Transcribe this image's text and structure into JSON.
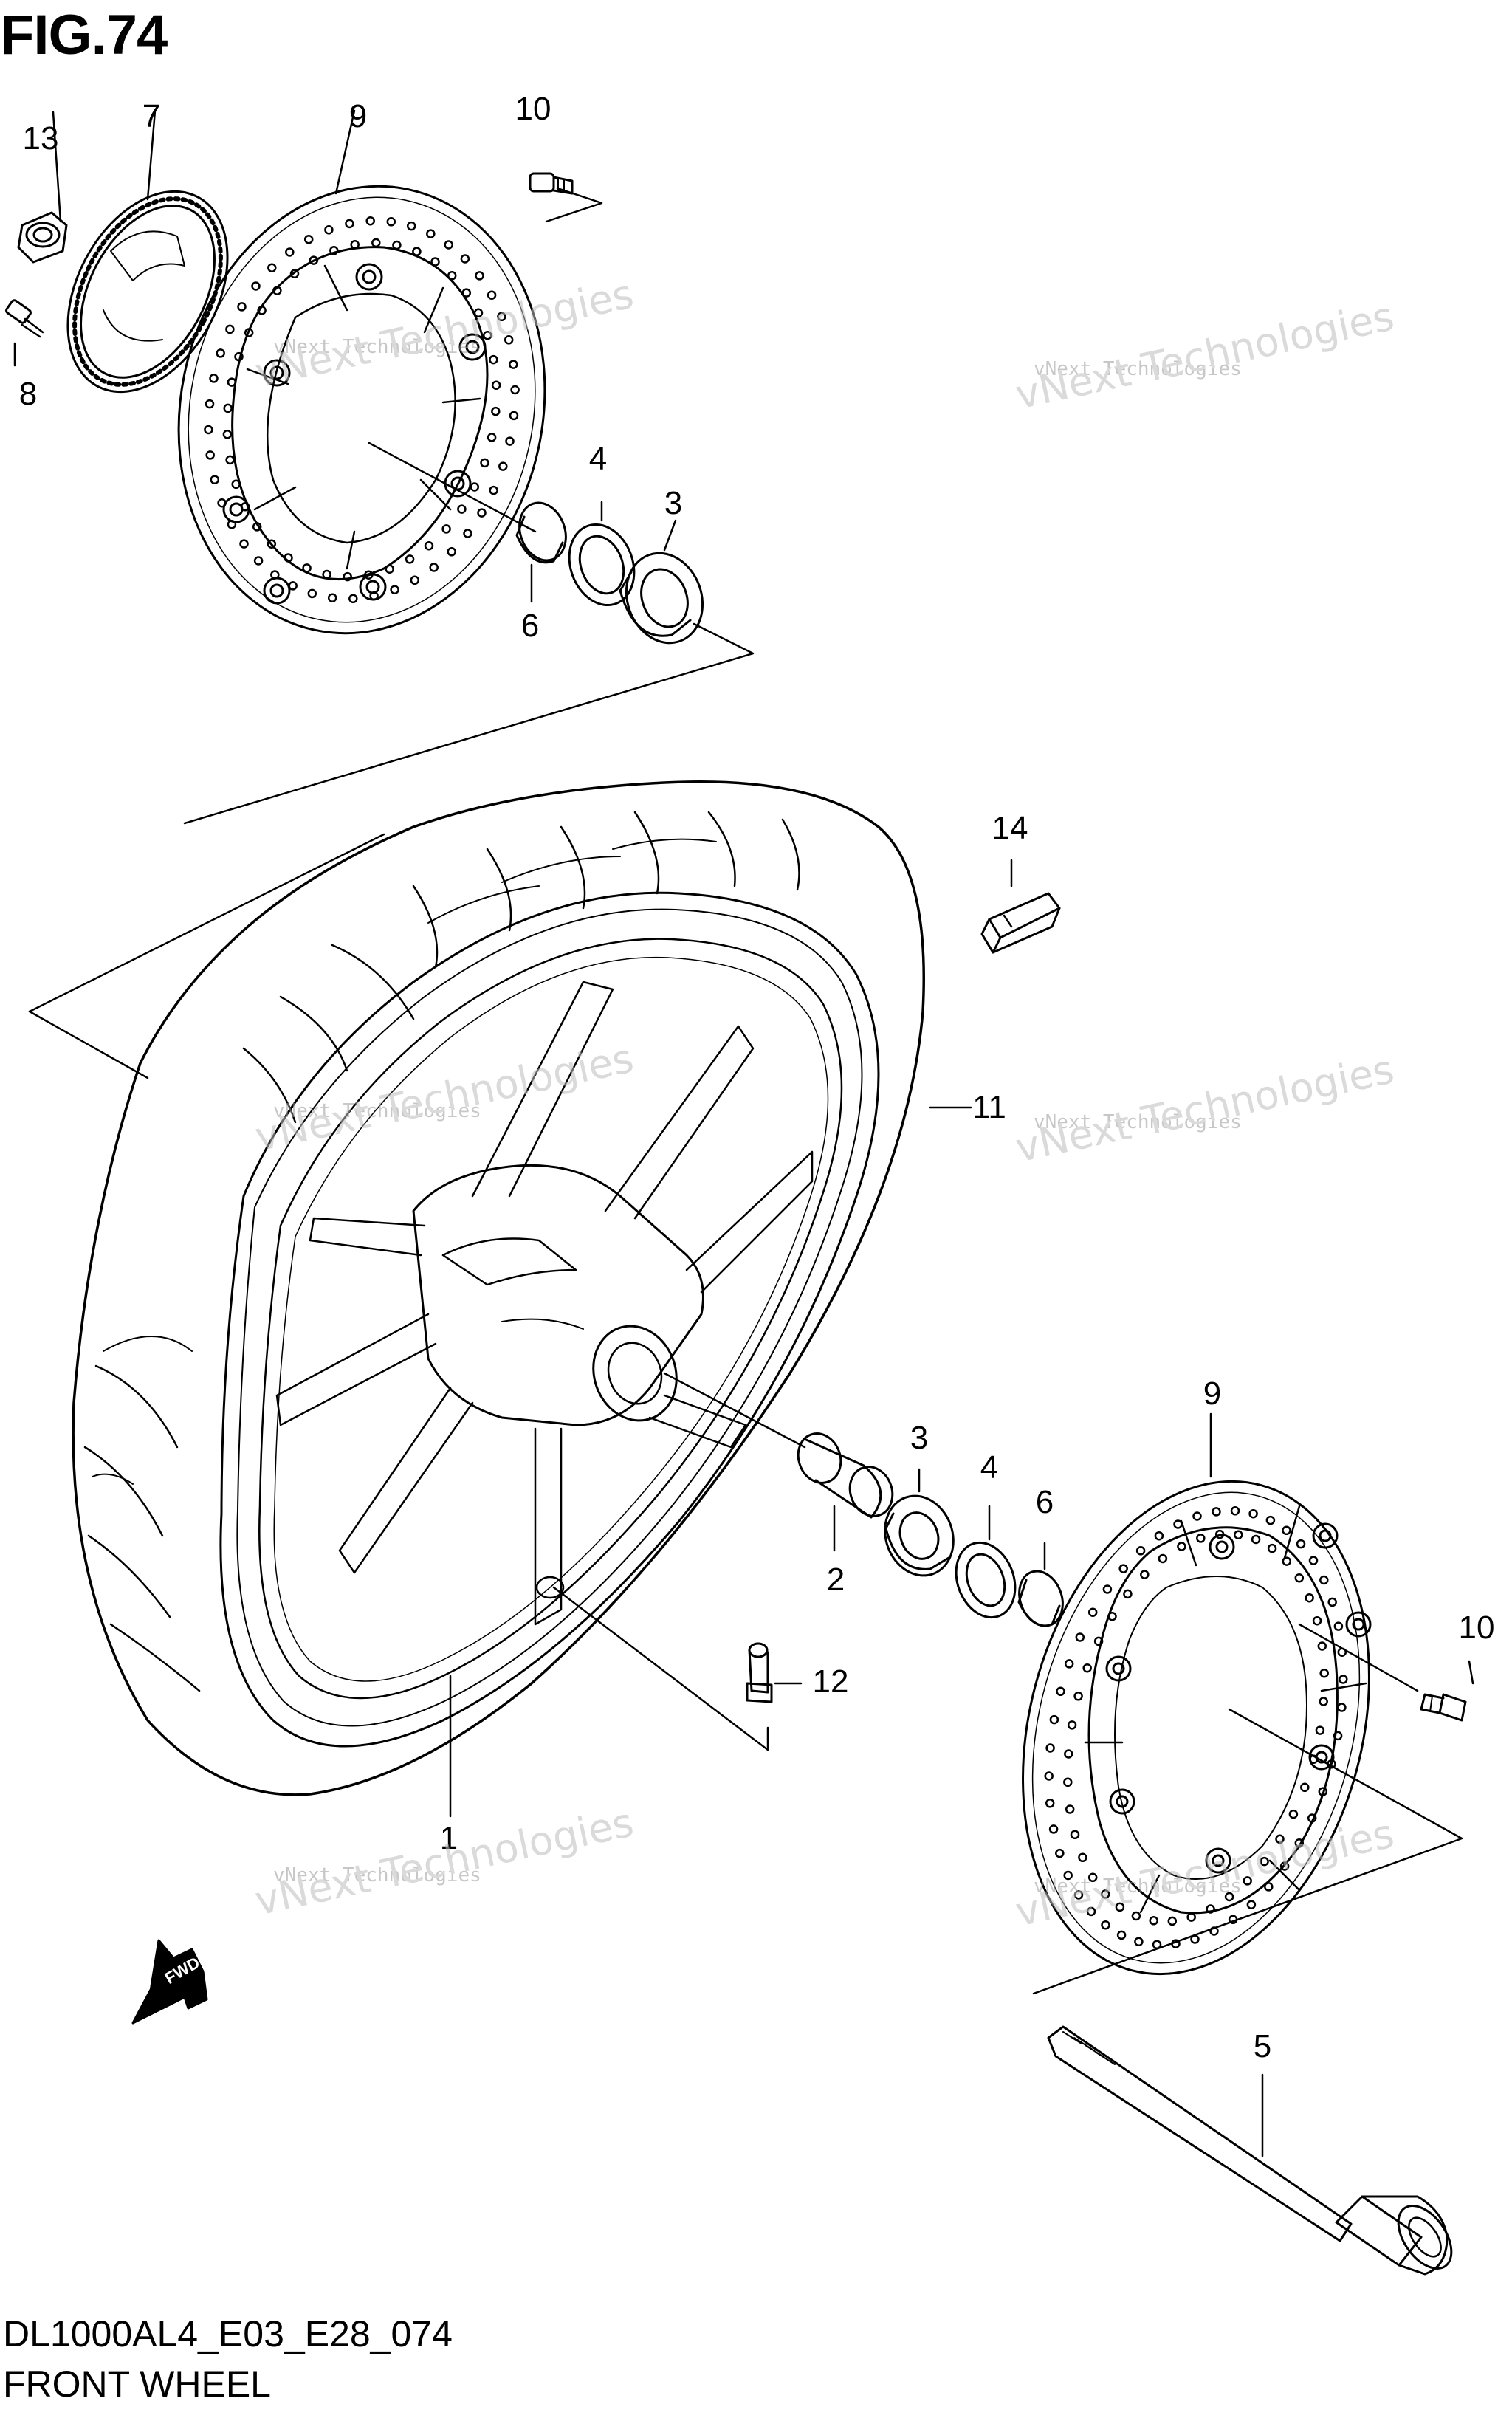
{
  "title": "FIG.74",
  "model_code": "DL1000AL4_E03_E28_074",
  "caption": "FRONT WHEEL",
  "fwd_label": "FWD",
  "watermark": {
    "line1": "vNext Technologies",
    "line2": "vNext Technologies"
  },
  "callouts": [
    {
      "id": "c13",
      "label": "13"
    },
    {
      "id": "c7",
      "label": "7"
    },
    {
      "id": "c9a",
      "label": "9"
    },
    {
      "id": "c10a",
      "label": "10"
    },
    {
      "id": "c8",
      "label": "8"
    },
    {
      "id": "c4a",
      "label": "4"
    },
    {
      "id": "c3a",
      "label": "3"
    },
    {
      "id": "c6a",
      "label": "6"
    },
    {
      "id": "c14",
      "label": "14"
    },
    {
      "id": "c11",
      "label": "11"
    },
    {
      "id": "c9b",
      "label": "9"
    },
    {
      "id": "c3b",
      "label": "3"
    },
    {
      "id": "c4b",
      "label": "4"
    },
    {
      "id": "c6b",
      "label": "6"
    },
    {
      "id": "c2",
      "label": "2"
    },
    {
      "id": "c10b",
      "label": "10"
    },
    {
      "id": "c12",
      "label": "12"
    },
    {
      "id": "c1",
      "label": "1"
    },
    {
      "id": "c5",
      "label": "5"
    }
  ]
}
